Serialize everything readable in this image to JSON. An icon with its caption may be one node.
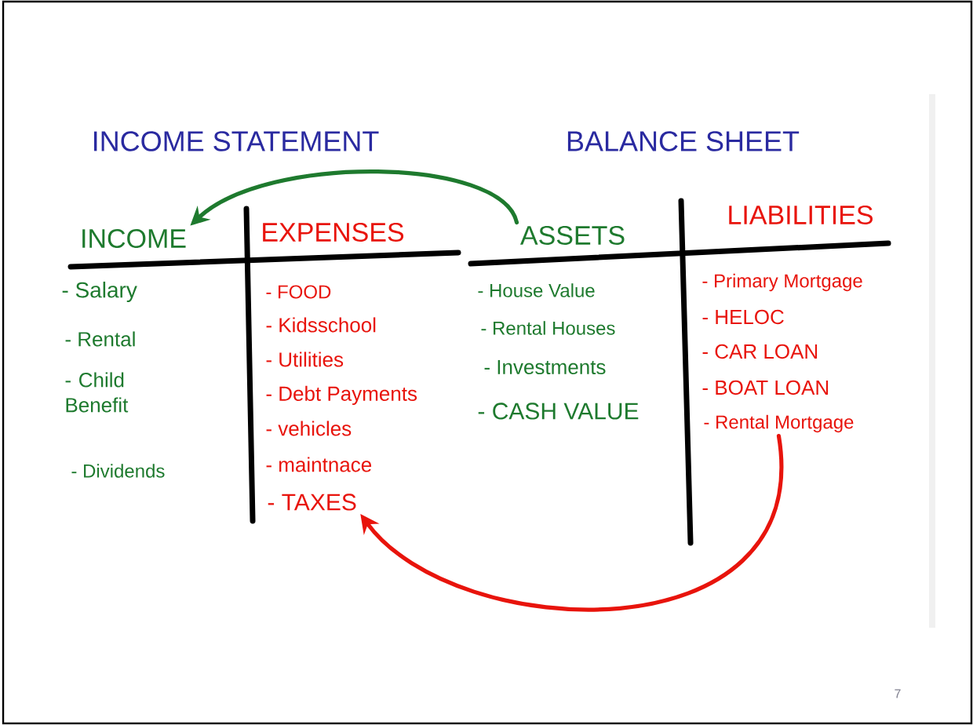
{
  "diagram": {
    "nodes": [
      {
        "text": [
          "INCOME"
        ]
      },
      {
        "text": [
          "EXPENSES"
        ]
      },
      {
        "text": [
          "ASSETS"
        ]
      },
      {
        "text": [
          "LIABILITIES"
        ]
      },
      {
        "text": [
          "- TAXES"
        ]
      },
      {
        "text": [
          "- Rental Mortgage"
        ]
      }
    ],
    "edges": [
      {
        "from": 2,
        "to": 0,
        "arrow": "to",
        "color": "#1e7a2e"
      },
      {
        "from": 5,
        "to": 4,
        "arrow": "to",
        "color": "#e8140c"
      }
    ],
    "labels": [
      "INCOME STATEMENT",
      "BALANCE SHEET",
      "- Salary",
      "- Rental",
      "- Child Benefit",
      "- Dividends",
      "- FOOD",
      "- Kidsschool",
      "- Utilities",
      "- Debt Payments",
      "- vehicles",
      "- maintnace",
      "- House Value",
      "- Rental Houses",
      "- Investments",
      "- CASH VALUE",
      "- Primary Mortgage",
      "- HELOC",
      "- CAR LOAN",
      "- BOAT LOAN",
      "7"
    ]
  }
}
